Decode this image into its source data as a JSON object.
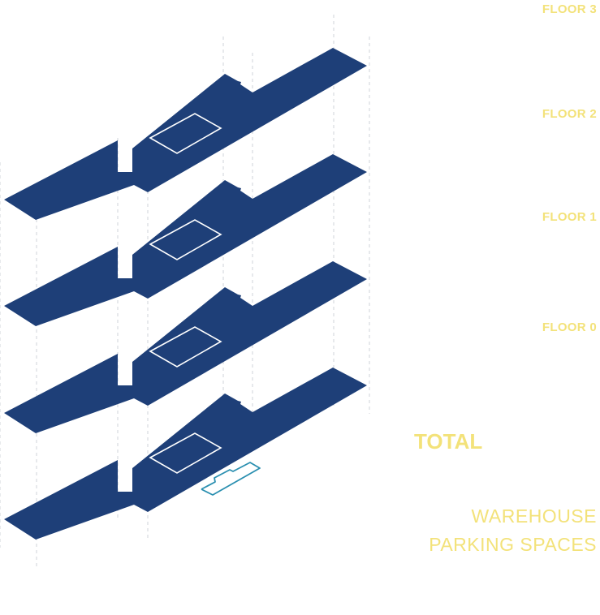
{
  "colors": {
    "slab": "#1e3f78",
    "label": "#f3e27a",
    "guide": "#cfd3da",
    "inner_outline": "#ffffff",
    "highlight_outline": "#2a8fb0"
  },
  "labels": {
    "floor_3": "FLOOR 3",
    "floor_2": "FLOOR 2",
    "floor_1": "FLOOR 1",
    "floor_0": "FLOOR 0",
    "total": "TOTAL",
    "warehouse": "WAREHOUSE",
    "parking_spaces": "PARKING SPACES"
  }
}
